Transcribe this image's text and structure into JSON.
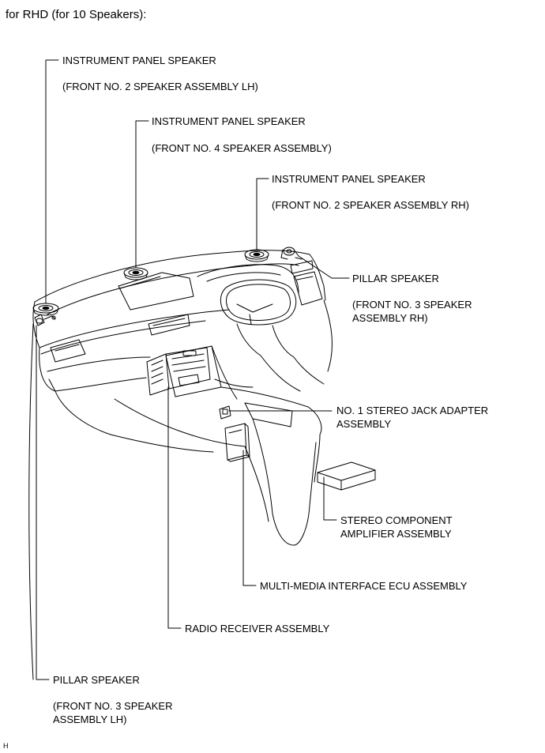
{
  "title": "for RHD (for 10 Speakers):",
  "labels": {
    "ip_lh": "INSTRUMENT PANEL SPEAKER",
    "ip_lh_sub": "(FRONT NO. 2 SPEAKER ASSEMBLY LH)",
    "ip_center": "INSTRUMENT PANEL SPEAKER",
    "ip_center_sub": "(FRONT NO. 4 SPEAKER ASSEMBLY)",
    "ip_rh": "INSTRUMENT PANEL SPEAKER",
    "ip_rh_sub": "(FRONT NO. 2 SPEAKER ASSEMBLY RH)",
    "pillar_rh": "PILLAR SPEAKER",
    "pillar_rh_sub1": "(FRONT NO. 3 SPEAKER",
    "pillar_rh_sub2": "ASSEMBLY RH)",
    "jack1": "NO. 1 STEREO JACK ADAPTER",
    "jack2": "ASSEMBLY",
    "amp1": "STEREO COMPONENT",
    "amp2": "AMPLIFIER ASSEMBLY",
    "ecu": "MULTI-MEDIA INTERFACE ECU ASSEMBLY",
    "radio": "RADIO RECEIVER ASSEMBLY",
    "pillar_lh": "PILLAR SPEAKER",
    "pillar_lh_sub1": "(FRONT NO. 3 SPEAKER",
    "pillar_lh_sub2": "ASSEMBLY LH)"
  },
  "corner_mark": "H"
}
